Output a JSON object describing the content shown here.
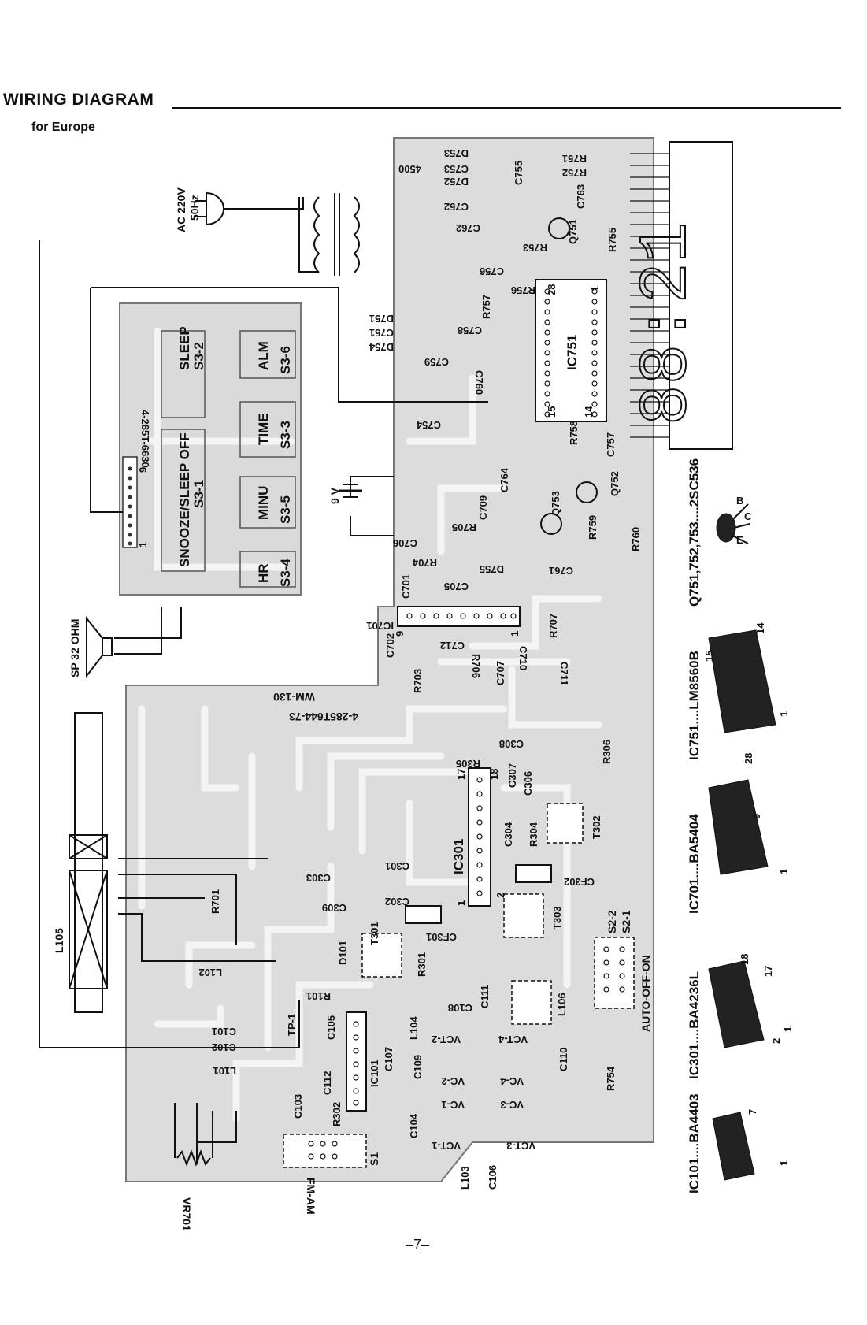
{
  "heading": "WIRING DIAGRAM",
  "subheading": "for Europe",
  "page_number": "–7–",
  "display_digits": "88:21",
  "external_labels": {
    "ac": "AC 220V",
    "hz": "50Hz",
    "battery": "9 V",
    "speaker": "SP 32 OHM",
    "antenna": "L105",
    "vr": "VR701",
    "band_switch": "FM-AM",
    "s1": "S1",
    "auto_switch": "AUTO-OFF-ON",
    "s2_2": "S2-2",
    "s2_1": "S2-1",
    "tp1": "TP-1"
  },
  "switch_panel": {
    "board_marks": [
      "4-285T-6630"
    ],
    "switches": [
      {
        "name": "SLEEP",
        "ref": "S3-2"
      },
      {
        "name": "ALM",
        "ref": "S3-6"
      },
      {
        "name": "TIME",
        "ref": "S3-3"
      },
      {
        "name": "SNOOZE/SLEEP OFF",
        "ref": "S3-1"
      },
      {
        "name": "MINU",
        "ref": "S3-5"
      },
      {
        "name": "HR",
        "ref": "S3-4"
      }
    ],
    "connector_pins": [
      "9",
      "1"
    ]
  },
  "board_marks": [
    "WM-130",
    "4-285T644-73",
    "4500"
  ],
  "components": {
    "clock": [
      "D753",
      "C753",
      "D752",
      "C752",
      "C755",
      "C762",
      "C763",
      "R751",
      "R752",
      "R753",
      "R755",
      "Q751",
      "C756",
      "R756",
      "R757",
      "D751",
      "C751",
      "D754",
      "C758",
      "C759",
      "C760",
      "IC751",
      "C754",
      "R758",
      "C757",
      "C764",
      "Q753",
      "Q752",
      "R759",
      "R760",
      "C761"
    ],
    "amp": [
      "C706",
      "R705",
      "C709",
      "R704",
      "D755",
      "C705",
      "C701",
      "IC701",
      "C702",
      "R703",
      "C712",
      "R706",
      "C707",
      "R707",
      "C710",
      "C711"
    ],
    "tuner": [
      "R305",
      "C308",
      "R306",
      "C307",
      "C306",
      "IC301",
      "C304",
      "R304",
      "T302",
      "C301",
      "C303",
      "C302",
      "CF302",
      "C309",
      "T303",
      "CF301",
      "D101",
      "T301",
      "R301",
      "R701",
      "L102",
      "R101",
      "C101",
      "C102",
      "L101",
      "C105",
      "C107",
      "L104",
      "C108",
      "C111",
      "L106",
      "VCT-2",
      "VCT-4",
      "VC-2",
      "VC-4",
      "VC-1",
      "VC-3",
      "VCT-1",
      "VCT-3",
      "C109",
      "C110",
      "C112",
      "IC101",
      "R302",
      "C103",
      "C104",
      "L103",
      "C106",
      "R754"
    ]
  },
  "ic_pin_marks": {
    "ic751": [
      "28",
      "1",
      "15",
      "14"
    ],
    "ic701": [
      "9",
      "1"
    ],
    "ic301": [
      "17",
      "18",
      "1",
      "2"
    ]
  },
  "parts_legend": [
    {
      "text": "Q751,752,753....2SC536",
      "pins": [
        "B",
        "C",
        "E"
      ]
    },
    {
      "text": "IC751....LM8560B",
      "pins": [
        "15",
        "14",
        "28",
        "1"
      ]
    },
    {
      "text": "IC701....BA5404",
      "pins": [
        "9",
        "1"
      ]
    },
    {
      "text": "IC301....BA4236L",
      "pins": [
        "18",
        "17",
        "2",
        "1"
      ]
    },
    {
      "text": "IC101....BA4403",
      "pins": [
        "7",
        "1"
      ]
    }
  ]
}
